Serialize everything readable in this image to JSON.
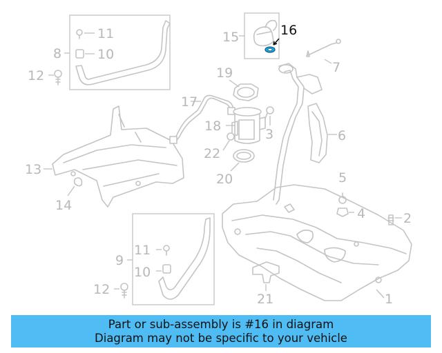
{
  "diagram": {
    "highlighted_part": "16",
    "highlight_color": "#1ea8e0",
    "callouts": {
      "c1": "1",
      "c2": "2",
      "c3": "3",
      "c4": "4",
      "c5": "5",
      "c6": "6",
      "c7": "7",
      "c8": "8",
      "c9": "9",
      "c10a": "10",
      "c10b": "10",
      "c11a": "11",
      "c11b": "11",
      "c12a": "12",
      "c12b": "12",
      "c13": "13",
      "c14": "14",
      "c15": "15",
      "c16": "16",
      "c17": "17",
      "c18": "18",
      "c19": "19",
      "c20": "20",
      "c21": "21",
      "c22": "22"
    }
  },
  "banner": {
    "line1": "Part or sub-assembly is #16 in diagram",
    "line2": "Diagram may not be specific to your vehicle",
    "background": "#4fbdf4"
  }
}
